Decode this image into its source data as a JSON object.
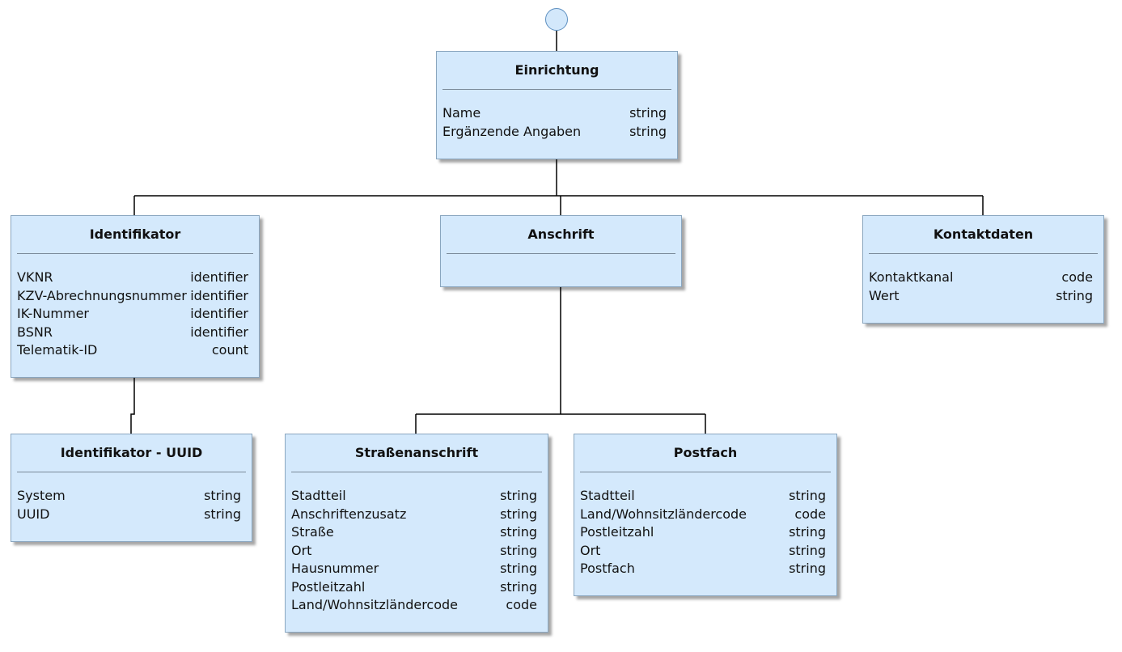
{
  "diagram": {
    "nodes": {
      "einrichtung": {
        "title": "Einrichtung",
        "attributes": [
          {
            "name": "Name",
            "type": "string"
          },
          {
            "name": "Ergänzende Angaben",
            "type": "string"
          }
        ]
      },
      "identifikator": {
        "title": "Identifikator",
        "attributes": [
          {
            "name": "VKNR",
            "type": "identifier"
          },
          {
            "name": "KZV-Abrechnungsnummer",
            "type": "identifier"
          },
          {
            "name": "IK-Nummer",
            "type": "identifier"
          },
          {
            "name": "BSNR",
            "type": "identifier"
          },
          {
            "name": "Telematik-ID",
            "type": "count"
          }
        ]
      },
      "anschrift": {
        "title": "Anschrift",
        "attributes": []
      },
      "kontaktdaten": {
        "title": "Kontaktdaten",
        "attributes": [
          {
            "name": "Kontaktkanal",
            "type": "code"
          },
          {
            "name": "Wert",
            "type": "string"
          }
        ]
      },
      "identifikator_uuid": {
        "title": "Identifikator - UUID",
        "attributes": [
          {
            "name": "System",
            "type": "string"
          },
          {
            "name": "UUID",
            "type": "string"
          }
        ]
      },
      "strassenanschrift": {
        "title": "Straßenanschrift",
        "attributes": [
          {
            "name": "Stadtteil",
            "type": "string"
          },
          {
            "name": "Anschriftenzusatz",
            "type": "string"
          },
          {
            "name": "Straße",
            "type": "string"
          },
          {
            "name": "Ort",
            "type": "string"
          },
          {
            "name": "Hausnummer",
            "type": "string"
          },
          {
            "name": "Postleitzahl",
            "type": "string"
          },
          {
            "name": "Land/Wohnsitzländercode",
            "type": "code"
          }
        ]
      },
      "postfach": {
        "title": "Postfach",
        "attributes": [
          {
            "name": "Stadtteil",
            "type": "string"
          },
          {
            "name": "Land/Wohnsitzländercode",
            "type": "code"
          },
          {
            "name": "Postleitzahl",
            "type": "string"
          },
          {
            "name": "Ort",
            "type": "string"
          },
          {
            "name": "Postfach",
            "type": "string"
          }
        ]
      }
    },
    "edges": [
      {
        "from": "root",
        "to": "einrichtung"
      },
      {
        "from": "einrichtung",
        "to": "identifikator"
      },
      {
        "from": "einrichtung",
        "to": "anschrift"
      },
      {
        "from": "einrichtung",
        "to": "kontaktdaten"
      },
      {
        "from": "identifikator",
        "to": "identifikator_uuid"
      },
      {
        "from": "anschrift",
        "to": "strassenanschrift"
      },
      {
        "from": "anschrift",
        "to": "postfach"
      }
    ],
    "colors": {
      "box_fill": "#d4e9fc",
      "box_border": "#8aa6bf",
      "root_fill": "#d3e8fb",
      "line": "#000000"
    }
  }
}
